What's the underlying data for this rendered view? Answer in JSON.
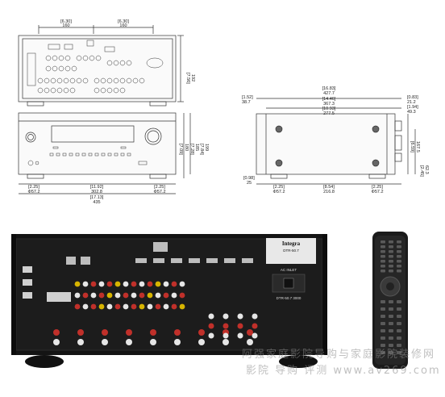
{
  "colors": {
    "line": "#333333",
    "panel": "#141414",
    "terminal_red": "#c0302a",
    "terminal_yellow": "#d7b400",
    "terminal_white": "#e6e6e6",
    "remote": "#1b1b1b"
  },
  "top_view": {
    "dims_top": [
      [
        "[6.30]",
        "160"
      ],
      [
        "[6.30]",
        "160"
      ]
    ],
    "dims_right": [
      "[7.56]",
      "192"
    ]
  },
  "front_view": {
    "dims_right": [
      [
        "[7.09]",
        "180"
      ],
      [
        "[7.28]",
        "185"
      ],
      [
        "[7.84]",
        "199"
      ]
    ],
    "dims_bottom": [
      [
        "[2.25]",
        "Φ57.2"
      ],
      [
        "[11.92]",
        "302.8"
      ],
      [
        "[2.25]",
        "Φ57.2"
      ]
    ],
    "dims_total": [
      "[17.13]",
      "435"
    ]
  },
  "side_view": {
    "dims_top": [
      [
        "[1.52]",
        "38.7"
      ],
      [
        "[16.83]",
        "427.7"
      ],
      [
        "[0.83]",
        "21.2"
      ]
    ],
    "dims_mid": [
      [
        "[14.46]",
        "367.3"
      ],
      [
        "[10.93]",
        "277.5"
      ],
      [
        "[1.94]",
        "49.3"
      ]
    ],
    "dims_left": [
      "[0.98]",
      "25"
    ],
    "dims_right": [
      [
        "[6.59]",
        "167.5"
      ],
      [
        "[2.45]",
        "62.3"
      ]
    ],
    "dims_bottom": [
      [
        "[2.25]",
        "Φ57.2"
      ],
      [
        "[8.54]",
        "216.8"
      ],
      [
        "[2.25]",
        "Φ57.2"
      ]
    ]
  },
  "back_panel": {
    "brand": "Integra",
    "model": "DTR-50.7",
    "ac_inlet": "AC INLET",
    "model_badge": "DTR-50.7 3000"
  },
  "watermark": {
    "line1": "阿强家庭影院导购与家庭影院装修网",
    "line2": "影院 导购 评测  www.av269.com"
  }
}
